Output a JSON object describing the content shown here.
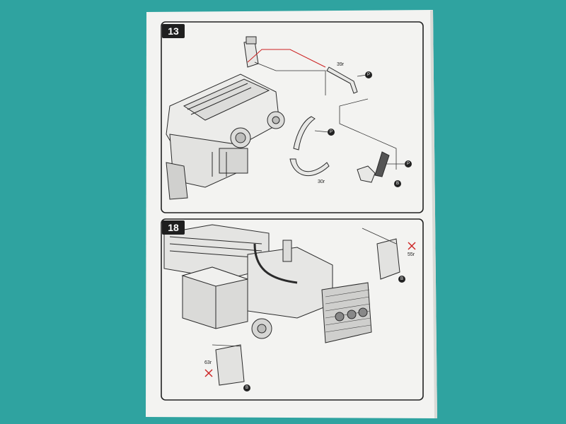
{
  "colors": {
    "background": "#2fa3a0",
    "paper": "#f4f4f2",
    "ink": "#2a2a2a",
    "accent_red": "#cc2222"
  },
  "steps": [
    {
      "number": "13",
      "part_labels": [
        "39r",
        "30r"
      ],
      "markers": [
        "P",
        "P",
        "P",
        "B"
      ]
    },
    {
      "number": "18",
      "part_labels": [
        "55r",
        "63r"
      ],
      "markers": [
        "B",
        "B"
      ]
    }
  ]
}
